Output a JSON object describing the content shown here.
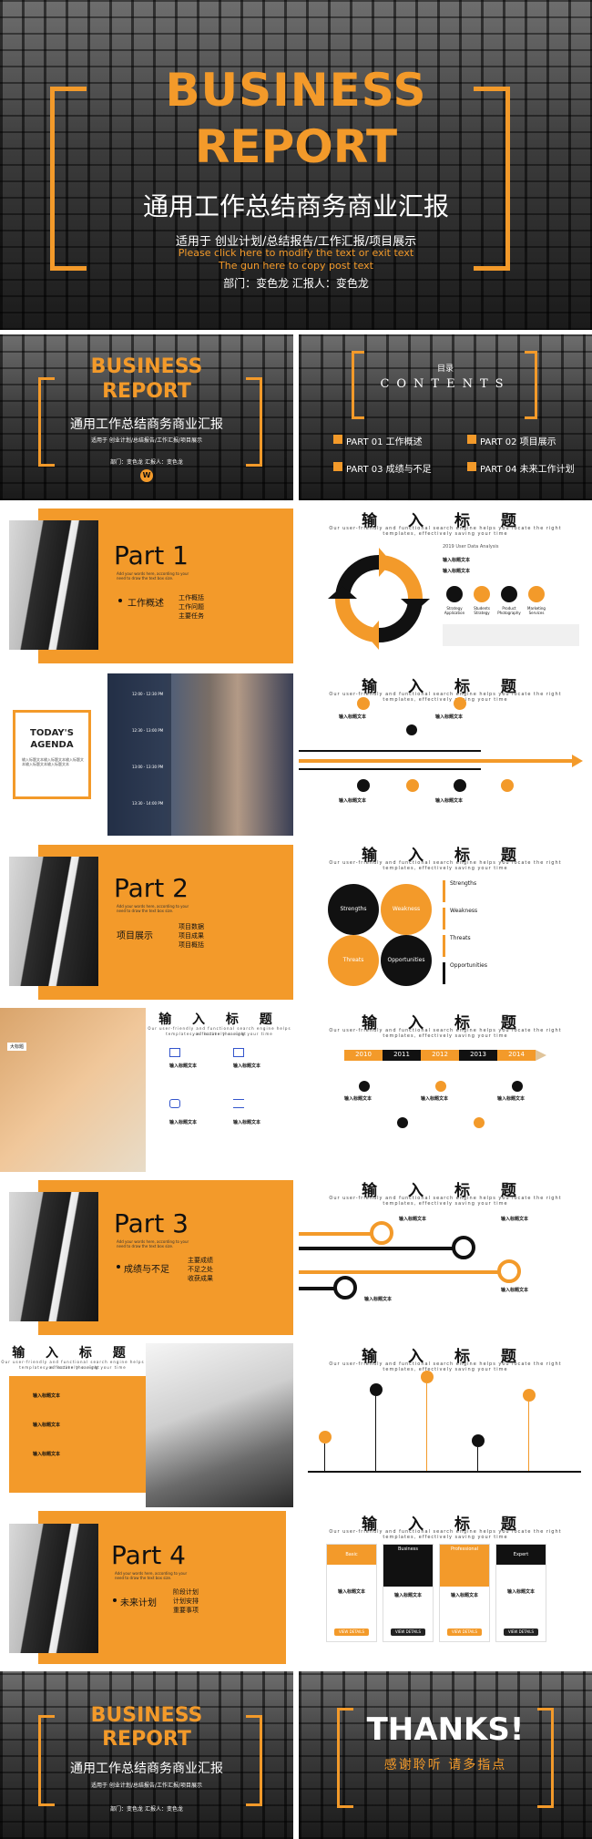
{
  "cover": {
    "title_en_1": "BUSINESS",
    "title_en_2": "REPORT",
    "title_cn": "通用工作总结商务商业汇报",
    "subtitle": "适用于 创业计划/总结报告/工作汇报/项目展示",
    "placeholder_1": "Please click here to modify the text or exit text",
    "placeholder_2": "The gun here to copy post text",
    "dept": "部门：变色龙  汇报人：变色龙"
  },
  "row2": {
    "left": {
      "title_en_1": "BUSINESS",
      "title_en_2": "REPORT",
      "title_cn": "通用工作总结商务商业汇报",
      "subtitle": "适用于 创业计划/总结报告/工作汇报/项目展示",
      "dept": "部门：变色龙  汇报人：变色龙"
    },
    "right": {
      "menu_cn": "目录",
      "contents": "CONTENTS",
      "items": [
        {
          "num": "01",
          "label": "PART 01 工作概述"
        },
        {
          "num": "02",
          "label": "PART 02 项目展示"
        },
        {
          "num": "03",
          "label": "PART 03 成绩与不足"
        },
        {
          "num": "04",
          "label": "PART 04 未来工作计划"
        }
      ]
    }
  },
  "part1": {
    "num": "Part 1",
    "bullet": "工作概述",
    "items": [
      "工作概括",
      "工作问题",
      "主要任务"
    ]
  },
  "part2": {
    "num": "Part 2",
    "bullet": "项目展示",
    "items": [
      "项目数据",
      "项目成果",
      "项目概括"
    ]
  },
  "part3": {
    "num": "Part 3",
    "bullet": "成绩与不足",
    "items": [
      "主要成绩",
      "不足之处",
      "收获成果"
    ]
  },
  "part4": {
    "num": "Part 4",
    "bullet": "未来计划",
    "items": [
      "阶段计划",
      "计划安排",
      "重要事项"
    ]
  },
  "slide_title": "输 入 标 题",
  "slide_subtitle_1": "Our user-friendly and functional search engine helps you locate the right",
  "slide_subtitle_2": "templates, effectively saving your time",
  "chart_header": "2019 User Data Analysis",
  "input_title": "输入标题文本",
  "agenda": {
    "line1": "TODAY'S",
    "line2": "AGENDA"
  },
  "swot": {
    "labels": [
      "Strengths",
      "Weakness",
      "Threats",
      "Opportunities"
    ]
  },
  "timeline": {
    "years": [
      "2010",
      "2011",
      "2012",
      "2013",
      "2014"
    ]
  },
  "tag": "大标题",
  "plans": {
    "labels": [
      "Basic",
      "Business",
      "Professional",
      "Expert"
    ],
    "button": "VIEW DETAILS"
  },
  "strategy": {
    "labels": [
      "Strategy Application",
      "Students Strategy",
      "Product Photography",
      "Marketing Services"
    ]
  },
  "ending": {
    "left": {
      "title_en_1": "BUSINESS",
      "title_en_2": "REPORT",
      "title_cn": "通用工作总结商务商业汇报",
      "subtitle": "适用于 创业计划/总结报告/工作汇报/项目展示",
      "dept": "部门：变色龙  汇报人：变色龙"
    },
    "right": {
      "thanks": "THANKS!",
      "cn": "感谢聆听 请多指点"
    }
  }
}
